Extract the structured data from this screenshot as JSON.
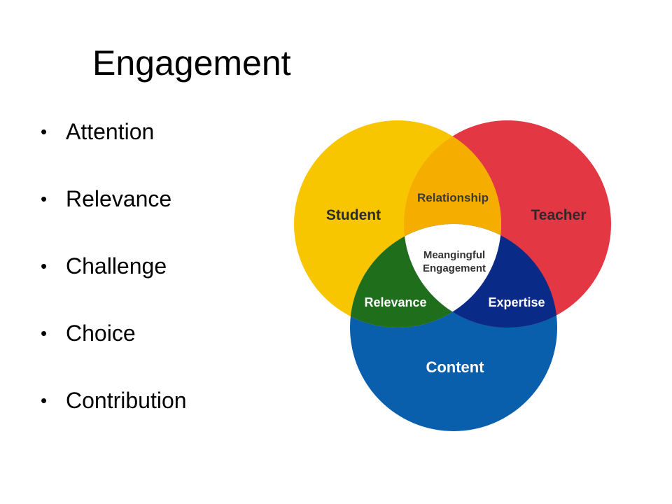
{
  "slide": {
    "title": "Engagement",
    "bullets": [
      "Attention",
      "Relevance",
      "Challenge",
      "Choice",
      "Contribution"
    ]
  },
  "venn": {
    "colors": {
      "student": "#f8c600",
      "teacher": "#e33743",
      "content": "#0a5fac",
      "relationship": "#f5ad00",
      "relevance": "#1f6e1c",
      "expertise": "#0a2a88",
      "center": "#ffffff"
    },
    "labels": {
      "student": "Student",
      "teacher": "Teacher",
      "content": "Content",
      "relationship": "Relationship",
      "relevance": "Relevance",
      "expertise": "Expertise",
      "center_line1": "Meangingful",
      "center_line2": "Engagement"
    }
  }
}
